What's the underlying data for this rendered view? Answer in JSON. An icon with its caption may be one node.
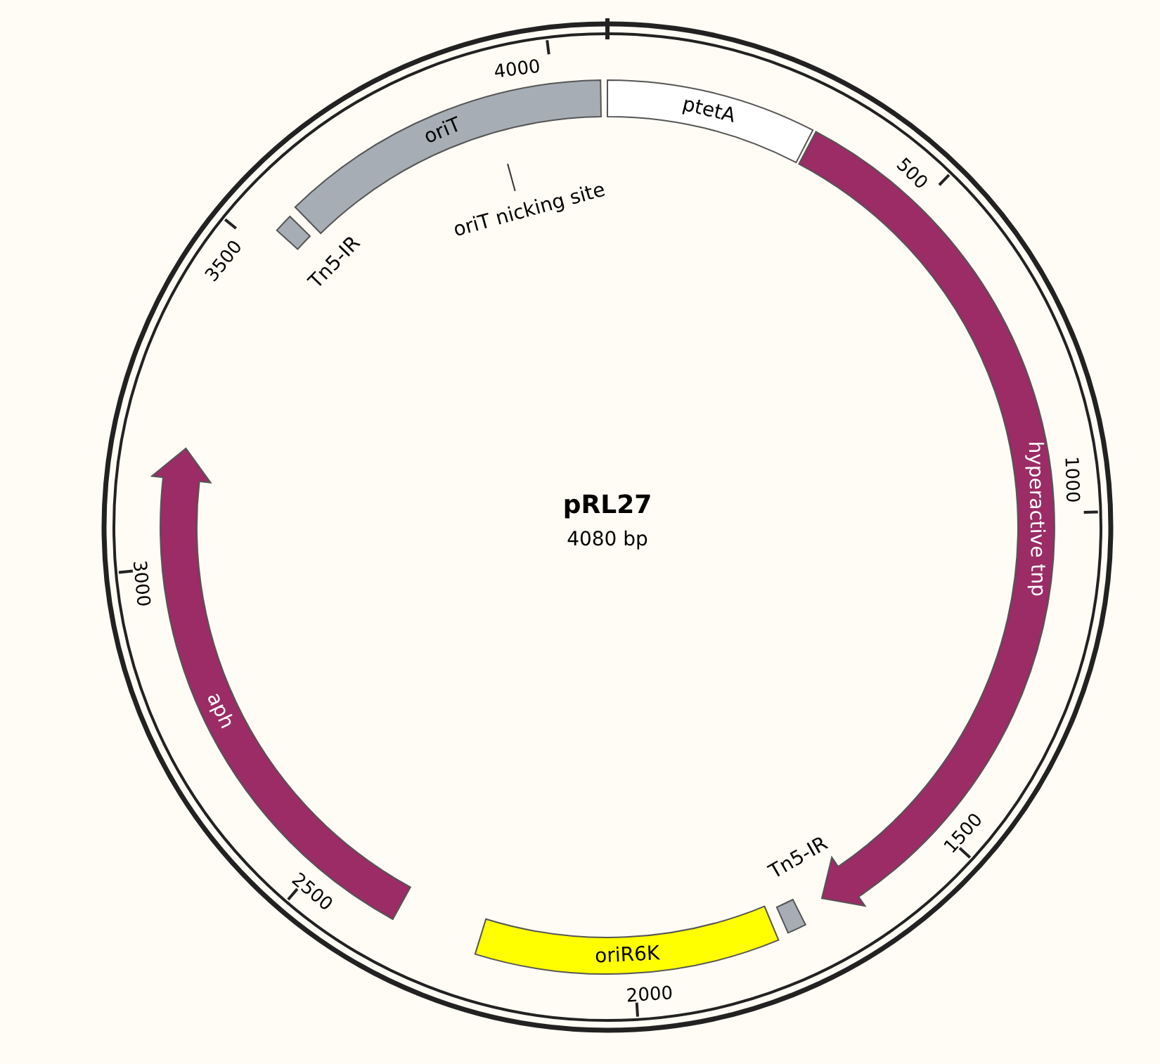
{
  "diagram": {
    "title": "pRL27",
    "nodes": [
      {
        "text": [
          "ptetA"
        ]
      },
      {
        "text": [
          "hyperactive tnp"
        ]
      },
      {
        "text": [
          "Tn5-IR"
        ]
      },
      {
        "text": [
          "oriR6K"
        ]
      },
      {
        "text": [
          "aph"
        ]
      },
      {
        "text": [
          "Tn5-IR"
        ]
      },
      {
        "text": [
          "oriT"
        ]
      }
    ],
    "labels": [
      "4000",
      "500",
      "oriT nicking site",
      "3500",
      "1000",
      "4080 bp",
      "3000",
      "1500",
      "2500",
      "2000"
    ]
  }
}
